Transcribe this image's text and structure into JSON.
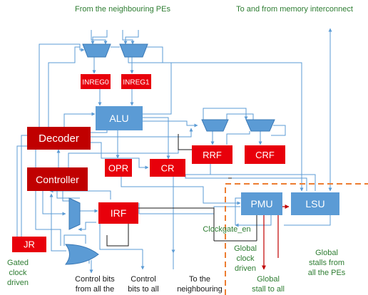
{
  "labels": {
    "top_left": "From the neighbouring PEs",
    "top_right": "To and from memory interconnect",
    "gated_clock": [
      "Gated",
      "clock",
      "driven"
    ],
    "control_bits_from": [
      "Control bits",
      "from all the"
    ],
    "control_bits_to": [
      "Control",
      "bits to all"
    ],
    "to_neighbouring": [
      "To the",
      "neighbouring"
    ],
    "clockgate": "Clockgate_en",
    "global_clock": [
      "Global",
      "clock",
      "driven"
    ],
    "global_stall_to": [
      "Global",
      "stall to all"
    ],
    "global_stalls_from": [
      "Global",
      "stalls from",
      "all the PEs"
    ]
  },
  "blocks": {
    "inreg0": "INREG0",
    "inreg1": "INREG1",
    "alu": "ALU",
    "decoder": "Decoder",
    "controller": "Controller",
    "rrf": "RRF",
    "crf": "CRF",
    "opr": "OPR",
    "cr": "CR",
    "irf": "IRF",
    "jr": "JR",
    "pmu": "PMU",
    "lsu": "LSU"
  },
  "colors": {
    "red": "#e8000b",
    "dark_red": "#c00000",
    "blue": "#5b9bd5",
    "wire": "#5b9bd5",
    "dark_wire": "#1a1a1a",
    "stall": "#c00000",
    "boundary": "#ed7d31",
    "label_green": "#2e7d32"
  }
}
